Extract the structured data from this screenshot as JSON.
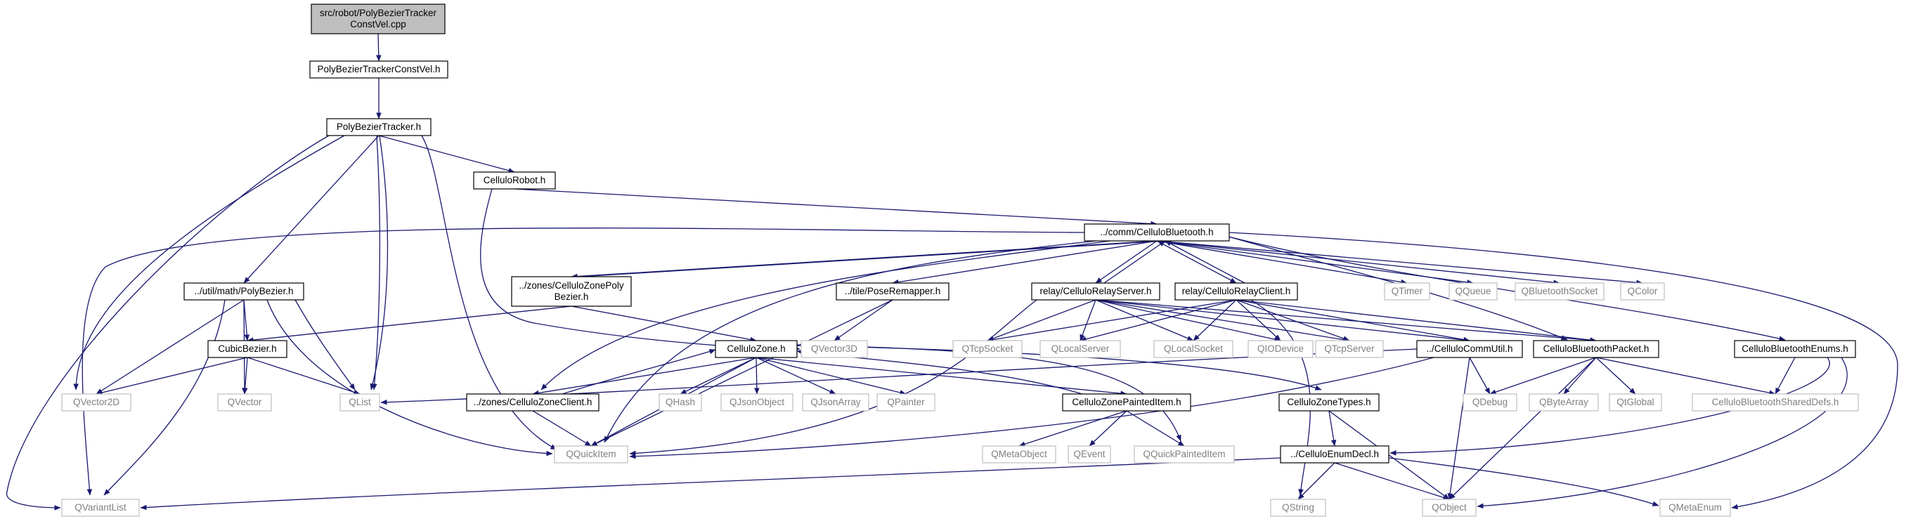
{
  "graph": {
    "colors": {
      "edge": "#191970",
      "root_fill": "#bfbfbf",
      "project_border": "#000000",
      "external_border": "#bfbfbf",
      "external_text": "#808080",
      "project_text": "#000000",
      "background": "#ffffff"
    },
    "nodes": [
      {
        "id": "root",
        "lines": [
          "src/robot/PolyBezierTracker",
          "ConstVel.cpp"
        ],
        "kind": "root"
      },
      {
        "id": "pbtcv",
        "lines": [
          "PolyBezierTrackerConstVel.h"
        ],
        "kind": "project"
      },
      {
        "id": "pbt",
        "lines": [
          "PolyBezierTracker.h"
        ],
        "kind": "project"
      },
      {
        "id": "robot",
        "lines": [
          "CelluloRobot.h"
        ],
        "kind": "project"
      },
      {
        "id": "bt",
        "lines": [
          "../comm/CelluloBluetooth.h"
        ],
        "kind": "project"
      },
      {
        "id": "polybez",
        "lines": [
          "../util/math/PolyBezier.h"
        ],
        "kind": "project"
      },
      {
        "id": "zonepoly",
        "lines": [
          "../zones/CelluloZonePoly",
          "Bezier.h"
        ],
        "kind": "project"
      },
      {
        "id": "remap",
        "lines": [
          "../tile/PoseRemapper.h"
        ],
        "kind": "project"
      },
      {
        "id": "relayserver",
        "lines": [
          "relay/CelluloRelayServer.h"
        ],
        "kind": "project"
      },
      {
        "id": "relayclient",
        "lines": [
          "relay/CelluloRelayClient.h"
        ],
        "kind": "project"
      },
      {
        "id": "qtimer",
        "lines": [
          "QTimer"
        ],
        "kind": "external"
      },
      {
        "id": "qqueue",
        "lines": [
          "QQueue"
        ],
        "kind": "external"
      },
      {
        "id": "qbtsocket",
        "lines": [
          "QBluetoothSocket"
        ],
        "kind": "external"
      },
      {
        "id": "qcolor",
        "lines": [
          "QColor"
        ],
        "kind": "external"
      },
      {
        "id": "cubic",
        "lines": [
          "CubicBezier.h"
        ],
        "kind": "project"
      },
      {
        "id": "zone",
        "lines": [
          "CelluloZone.h"
        ],
        "kind": "project"
      },
      {
        "id": "qvector3d",
        "lines": [
          "QVector3D"
        ],
        "kind": "external"
      },
      {
        "id": "qtcpsocket",
        "lines": [
          "QTcpSocket"
        ],
        "kind": "external"
      },
      {
        "id": "qlocalserver",
        "lines": [
          "QLocalServer"
        ],
        "kind": "external"
      },
      {
        "id": "qlocalsocket",
        "lines": [
          "QLocalSocket"
        ],
        "kind": "external"
      },
      {
        "id": "qiodevice",
        "lines": [
          "QIODevice"
        ],
        "kind": "external"
      },
      {
        "id": "qtcpserver",
        "lines": [
          "QTcpServer"
        ],
        "kind": "external"
      },
      {
        "id": "commutil",
        "lines": [
          "../CelluloCommUtil.h"
        ],
        "kind": "project"
      },
      {
        "id": "btpacket",
        "lines": [
          "CelluloBluetoothPacket.h"
        ],
        "kind": "project"
      },
      {
        "id": "btenums",
        "lines": [
          "CelluloBluetoothEnums.h"
        ],
        "kind": "project"
      },
      {
        "id": "qvector2d",
        "lines": [
          "QVector2D"
        ],
        "kind": "external"
      },
      {
        "id": "qvector",
        "lines": [
          "QVector"
        ],
        "kind": "external"
      },
      {
        "id": "qlist",
        "lines": [
          "QList"
        ],
        "kind": "external"
      },
      {
        "id": "zoneclient",
        "lines": [
          "../zones/CelluloZoneClient.h"
        ],
        "kind": "project"
      },
      {
        "id": "qhash",
        "lines": [
          "QHash"
        ],
        "kind": "external"
      },
      {
        "id": "qjsonobject",
        "lines": [
          "QJsonObject"
        ],
        "kind": "external"
      },
      {
        "id": "qjsonarray",
        "lines": [
          "QJsonArray"
        ],
        "kind": "external"
      },
      {
        "id": "qpainter",
        "lines": [
          "QPainter"
        ],
        "kind": "external"
      },
      {
        "id": "zonepainted",
        "lines": [
          "CelluloZonePaintedItem.h"
        ],
        "kind": "project"
      },
      {
        "id": "zonetypes",
        "lines": [
          "CelluloZoneTypes.h"
        ],
        "kind": "project"
      },
      {
        "id": "qdebug",
        "lines": [
          "QDebug"
        ],
        "kind": "external"
      },
      {
        "id": "qbytearray",
        "lines": [
          "QByteArray"
        ],
        "kind": "external"
      },
      {
        "id": "qtglobal",
        "lines": [
          "QtGlobal"
        ],
        "kind": "external"
      },
      {
        "id": "btshared",
        "lines": [
          "CelluloBluetoothSharedDefs.h"
        ],
        "kind": "external"
      },
      {
        "id": "qmetaobject",
        "lines": [
          "QMetaObject"
        ],
        "kind": "external"
      },
      {
        "id": "qevent",
        "lines": [
          "QEvent"
        ],
        "kind": "external"
      },
      {
        "id": "qquickpainted",
        "lines": [
          "QQuickPaintedItem"
        ],
        "kind": "external"
      },
      {
        "id": "qquickitem",
        "lines": [
          "QQuickItem"
        ],
        "kind": "external"
      },
      {
        "id": "enumdecl",
        "lines": [
          "../CelluloEnumDecl.h"
        ],
        "kind": "project"
      },
      {
        "id": "qvariantlist",
        "lines": [
          "QVariantList"
        ],
        "kind": "external"
      },
      {
        "id": "qstring",
        "lines": [
          "QString"
        ],
        "kind": "external"
      },
      {
        "id": "qobject",
        "lines": [
          "QObject"
        ],
        "kind": "external"
      },
      {
        "id": "qmetaenum",
        "lines": [
          "QMetaEnum"
        ],
        "kind": "external"
      }
    ],
    "edges": [
      [
        "root",
        "pbtcv"
      ],
      [
        "pbtcv",
        "pbt"
      ],
      [
        "pbt",
        "robot"
      ],
      [
        "pbt",
        "polybez"
      ],
      [
        "pbt",
        "qvariantlist"
      ],
      [
        "pbt",
        "qvector2d"
      ],
      [
        "pbt",
        "qvector"
      ],
      [
        "pbt",
        "qlist"
      ],
      [
        "pbt",
        "qquickitem"
      ],
      [
        "robot",
        "bt"
      ],
      [
        "robot",
        "qvector3d"
      ],
      [
        "bt",
        "zonepoly"
      ],
      [
        "bt",
        "remap"
      ],
      [
        "bt",
        "relayserver"
      ],
      [
        "bt",
        "relayclient"
      ],
      [
        "bt",
        "qtimer"
      ],
      [
        "bt",
        "qqueue"
      ],
      [
        "bt",
        "qbtsocket"
      ],
      [
        "bt",
        "qcolor"
      ],
      [
        "bt",
        "btenums"
      ],
      [
        "bt",
        "btpacket"
      ],
      [
        "bt",
        "qmetaenum"
      ],
      [
        "bt",
        "qvariantlist"
      ],
      [
        "bt",
        "qquickitem"
      ],
      [
        "bt",
        "zoneclient"
      ],
      [
        "zonepoly",
        "bt"
      ],
      [
        "zonepoly",
        "cubic"
      ],
      [
        "zonepoly",
        "zone"
      ],
      [
        "polybez",
        "cubic"
      ],
      [
        "polybez",
        "qvector2d"
      ],
      [
        "polybez",
        "qvector"
      ],
      [
        "polybez",
        "qlist"
      ],
      [
        "polybez",
        "qvariantlist"
      ],
      [
        "polybez",
        "qquickitem"
      ],
      [
        "cubic",
        "qvector2d"
      ],
      [
        "cubic",
        "qvector"
      ],
      [
        "cubic",
        "qlist"
      ],
      [
        "remap",
        "qvector3d"
      ],
      [
        "remap",
        "qquickitem"
      ],
      [
        "relayserver",
        "bt"
      ],
      [
        "relayserver",
        "qtcpsocket"
      ],
      [
        "relayserver",
        "qlocalserver"
      ],
      [
        "relayserver",
        "qlocalsocket"
      ],
      [
        "relayserver",
        "qiodevice"
      ],
      [
        "relayserver",
        "qtcpserver"
      ],
      [
        "relayserver",
        "commutil"
      ],
      [
        "relayserver",
        "btpacket"
      ],
      [
        "relayserver",
        "qquickitem"
      ],
      [
        "relayclient",
        "bt"
      ],
      [
        "relayclient",
        "qtcpsocket"
      ],
      [
        "relayclient",
        "qlocalserver"
      ],
      [
        "relayclient",
        "qlocalsocket"
      ],
      [
        "relayclient",
        "qiodevice"
      ],
      [
        "relayclient",
        "qtcpserver"
      ],
      [
        "relayclient",
        "commutil"
      ],
      [
        "relayclient",
        "btpacket"
      ],
      [
        "relayclient",
        "qstring"
      ],
      [
        "zone",
        "zoneclient"
      ],
      [
        "zone",
        "qhash"
      ],
      [
        "zone",
        "qjsonobject"
      ],
      [
        "zone",
        "qjsonarray"
      ],
      [
        "zone",
        "qpainter"
      ],
      [
        "zone",
        "zonepainted"
      ],
      [
        "zone",
        "zonetypes"
      ],
      [
        "zone",
        "qquickitem"
      ],
      [
        "zone",
        "qquickpainted"
      ],
      [
        "zoneclient",
        "zone"
      ],
      [
        "zoneclient",
        "qquickitem"
      ],
      [
        "zonepainted",
        "zone"
      ],
      [
        "zonepainted",
        "qmetaobject"
      ],
      [
        "zonepainted",
        "qevent"
      ],
      [
        "zonepainted",
        "qquickpainted"
      ],
      [
        "zonetypes",
        "enumdecl"
      ],
      [
        "zonetypes",
        "qobject"
      ],
      [
        "commutil",
        "qlist"
      ],
      [
        "commutil",
        "qdebug"
      ],
      [
        "commutil",
        "qobject"
      ],
      [
        "commutil",
        "qquickitem"
      ],
      [
        "btpacket",
        "qdebug"
      ],
      [
        "btpacket",
        "qbytearray"
      ],
      [
        "btpacket",
        "qtglobal"
      ],
      [
        "btpacket",
        "btshared"
      ],
      [
        "btpacket",
        "qobject"
      ],
      [
        "btenums",
        "btshared"
      ],
      [
        "btenums",
        "enumdecl"
      ],
      [
        "btenums",
        "qobject"
      ],
      [
        "enumdecl",
        "qvariantlist"
      ],
      [
        "enumdecl",
        "qstring"
      ],
      [
        "enumdecl",
        "qobject"
      ],
      [
        "enumdecl",
        "qmetaenum"
      ]
    ]
  }
}
